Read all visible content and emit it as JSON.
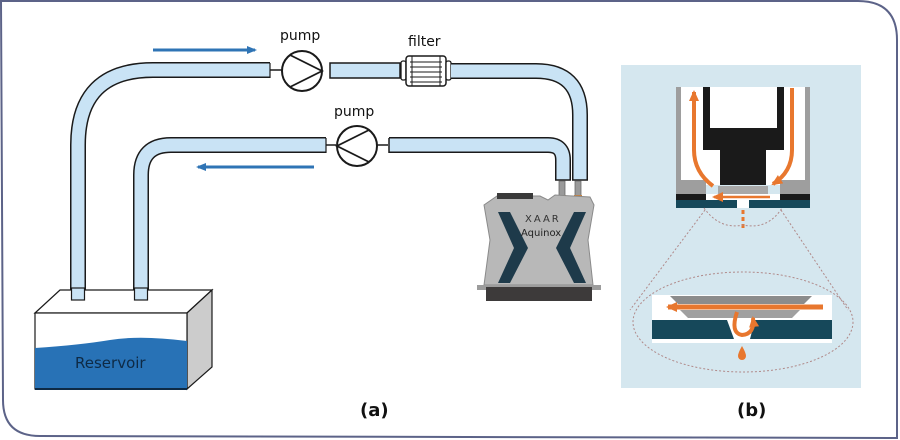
{
  "figure": {
    "panel_a": {
      "label": "(a)",
      "components": {
        "pump_top": "pump",
        "pump_bottom": "pump",
        "filter": "filter",
        "reservoir": "Reservoir",
        "printhead_brand": "XAAR",
        "printhead_model": "Aquinox"
      },
      "flow_arrows": [
        {
          "direction": "right",
          "position": "above supply line"
        },
        {
          "direction": "left",
          "position": "below return line"
        }
      ]
    },
    "panel_b": {
      "label": "(b)",
      "description_elements": [
        "printhead cross-section",
        "nozzle close-up ellipse",
        "recirculation flow arrows",
        "ink droplet"
      ]
    }
  },
  "colors": {
    "tube_fill": "#c9e3f5",
    "tube_stroke": "#1a1a1a",
    "flow_arrow": "#2f74b5",
    "reservoir_ink": "#2872b6",
    "panel_b_bg": "#d5e7ef",
    "orange_flow": "#e8772e",
    "nozzle_plate": "#16485a",
    "frame": "#5c6388"
  }
}
